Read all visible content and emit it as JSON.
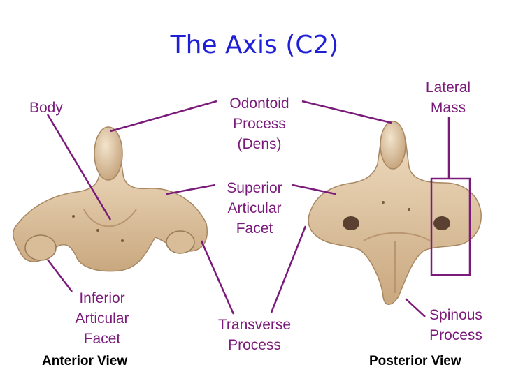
{
  "title": "The Axis (C2)",
  "labels": {
    "body": "Body",
    "odontoid": [
      "Odontoid",
      "Process",
      "(Dens)"
    ],
    "lateral_mass": [
      "Lateral",
      "Mass"
    ],
    "superior_facet": [
      "Superior",
      "Articular",
      "Facet"
    ],
    "inferior_facet": [
      "Inferior",
      "Articular",
      "Facet"
    ],
    "transverse": [
      "Transverse",
      "Process"
    ],
    "spinous": [
      "Spinous",
      "Process"
    ]
  },
  "views": {
    "anterior": "Anterior View",
    "posterior": "Posterior View"
  },
  "colors": {
    "title": "#1f1fd6",
    "label": "#7a1a7a",
    "leader": "#7a1a7a",
    "bone": "#e6cfae",
    "bone_shadow": "#a88762"
  }
}
